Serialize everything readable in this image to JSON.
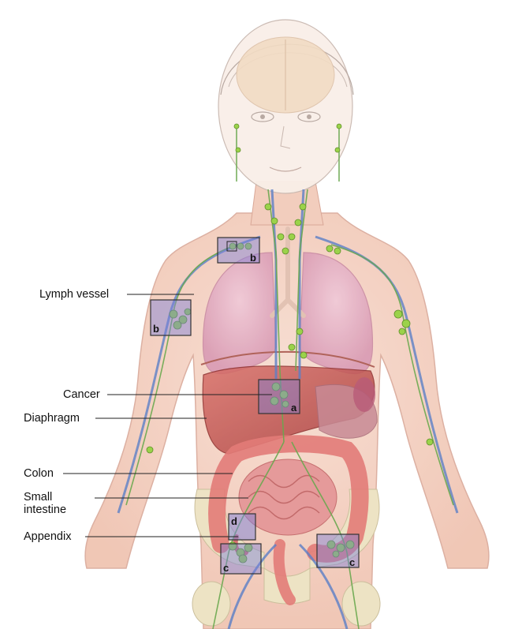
{
  "labels": {
    "lymph_vessel": "Lymph vessel",
    "cancer": "Cancer",
    "diaphragm": "Diaphragm",
    "colon": "Colon",
    "small_intestine": "Small intestine",
    "appendix": "Appendix"
  },
  "regions": {
    "a": "a",
    "b_neck": "b",
    "b_arm": "b",
    "c_left": "c",
    "c_right": "c",
    "d": "d"
  },
  "colors": {
    "skin": "#f4cfc0",
    "skin_edge": "#d9a898",
    "lung": "#e9b6c8",
    "liver": "#c0504d",
    "intestine": "#e58a8a",
    "lymph_node": "#9bd24a",
    "lymph_vessel": "#6aa84f",
    "vein": "#5b7fc7",
    "region_box": "#7a7fd9",
    "bone": "#ede3c4"
  }
}
